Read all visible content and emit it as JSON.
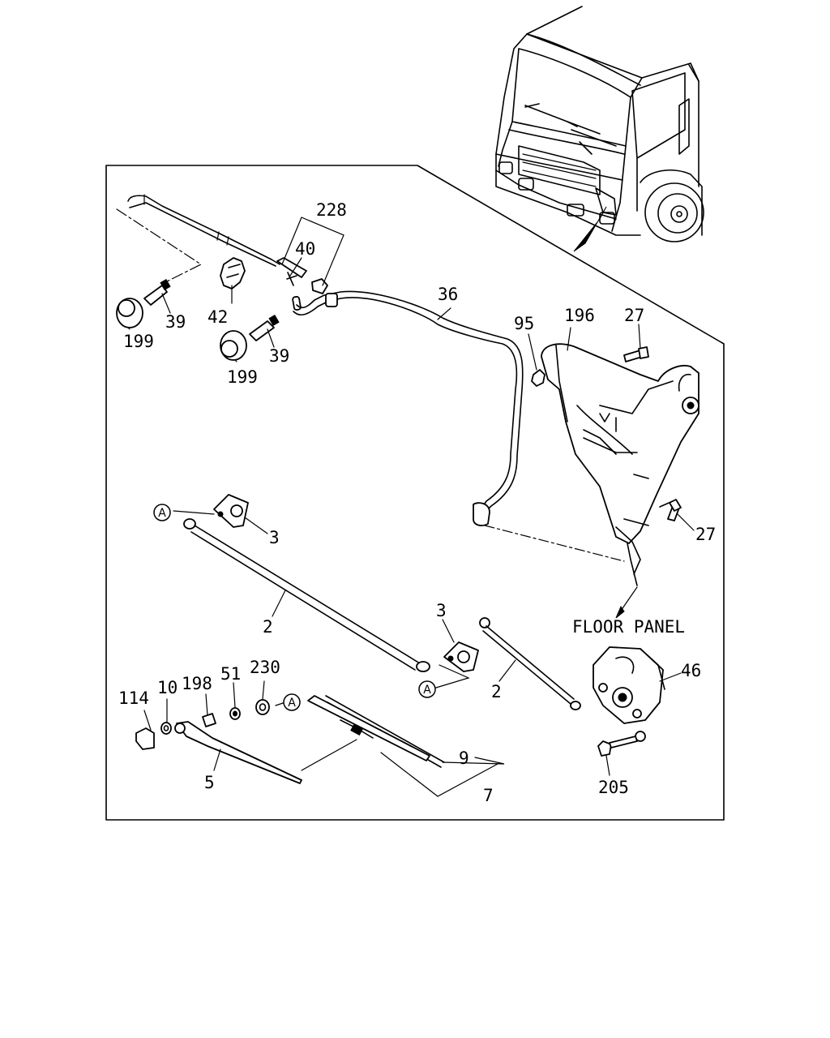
{
  "diagram": {
    "callouts": {
      "p228": "228",
      "p40": "40",
      "p36": "36",
      "p42": "42",
      "p39a": "39",
      "p39b": "39",
      "p199a": "199",
      "p199b": "199",
      "p95": "95",
      "p196": "196",
      "p27a": "27",
      "p27b": "27",
      "p3a": "3",
      "p3b": "3",
      "p2a": "2",
      "p2b": "2",
      "p46": "46",
      "p114": "114",
      "p10": "10",
      "p198": "198",
      "p51": "51",
      "p230": "230",
      "p9": "9",
      "p7": "7",
      "p5": "5",
      "p205": "205"
    },
    "reference_markers": {
      "a1": "A",
      "a2": "A",
      "a3": "A"
    },
    "floor_panel_label": "FLOOR PANEL"
  }
}
